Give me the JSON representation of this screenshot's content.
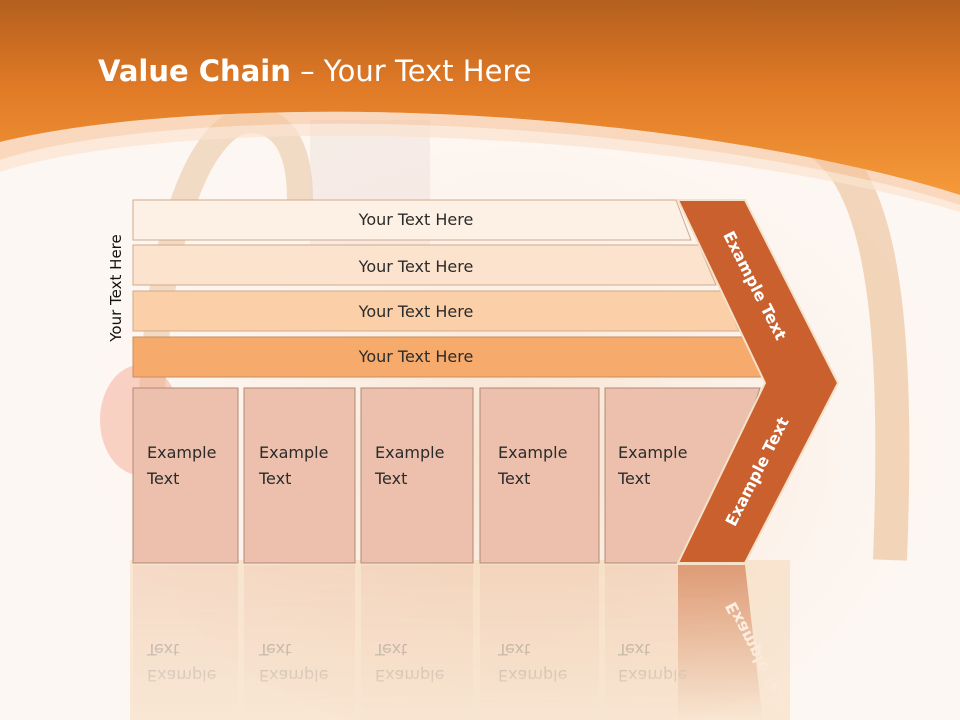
{
  "slide": {
    "title_bold": "Value Chain",
    "title_rest": " – Your Text Here",
    "side_label": "Your Text Here"
  },
  "bars": [
    {
      "label": "Your Text Here",
      "color": "#fdf0e4"
    },
    {
      "label": "Your Text Here",
      "color": "#fce3ce"
    },
    {
      "label": "Your Text Here",
      "color": "#fbcfa8"
    },
    {
      "label": "Your Text Here",
      "color": "#f6ab6d"
    }
  ],
  "cells": [
    {
      "line1": "Example",
      "line2": "Text"
    },
    {
      "line1": "Example",
      "line2": "Text"
    },
    {
      "line1": "Example",
      "line2": "Text"
    },
    {
      "line1": "Example",
      "line2": "Text"
    },
    {
      "line1": "Example",
      "line2": "Text"
    }
  ],
  "chevron": {
    "top_label": "Example Text",
    "bottom_label": "Example Text",
    "color": "#c9602e"
  },
  "colors": {
    "header_orange": "#f28c2b",
    "cell_fill": "#ecc0ac",
    "cell_stroke": "#b08a78"
  }
}
